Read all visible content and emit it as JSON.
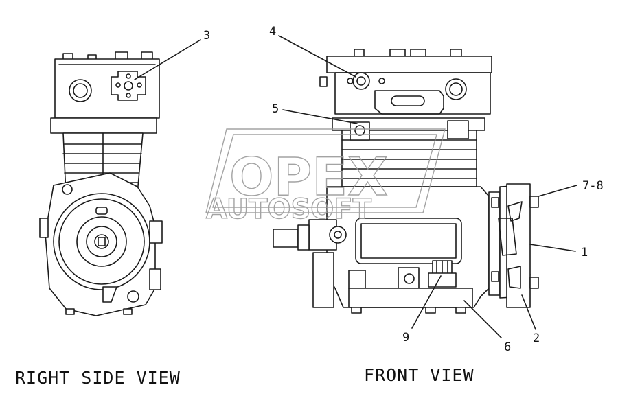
{
  "views": {
    "right_side": {
      "caption": "RIGHT SIDE VIEW"
    },
    "front": {
      "caption": "FRONT VIEW"
    }
  },
  "callouts": [
    {
      "id": "3",
      "label": "3"
    },
    {
      "id": "4",
      "label": "4"
    },
    {
      "id": "5",
      "label": "5"
    },
    {
      "id": "7-8",
      "label": "7-8"
    },
    {
      "id": "1",
      "label": "1"
    },
    {
      "id": "9",
      "label": "9"
    },
    {
      "id": "6",
      "label": "6"
    },
    {
      "id": "2",
      "label": "2"
    }
  ],
  "watermark": {
    "line1": "OPEX",
    "line2": "AUTOSOFT"
  },
  "colors": {
    "line": "#1a1a1a",
    "watermark": "#9a9a9a",
    "background": "#ffffff"
  }
}
